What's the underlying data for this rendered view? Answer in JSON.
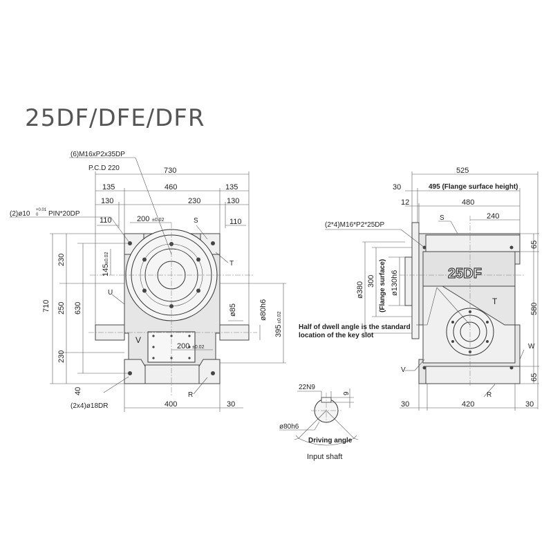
{
  "title": "25DF/DFE/DFR",
  "front": {
    "tapped_holes": "(6)M16xP2x35DP",
    "pcd": "P.C.D  220",
    "dims_top": [
      "730",
      "135",
      "460",
      "135",
      "130",
      "230",
      "130",
      "110",
      "200",
      "±0.02",
      "110"
    ],
    "pin": "(2)ø10",
    "pin_tol_upper": "+0.01",
    "pin_tol_lower": "0",
    "pin_depth": "PIN*20DP",
    "label_s": "S",
    "label_t": "T",
    "label_u": "U",
    "label_v": "V",
    "label_r": "R",
    "dims_left": [
      "710",
      "230",
      "250",
      "630",
      "230",
      "40",
      "145",
      "±0.02"
    ],
    "dims_right": [
      "ø85",
      "ø80h6",
      "395",
      "±0.02"
    ],
    "dims_bottom": [
      "200",
      "±0.02",
      "400",
      "30"
    ],
    "base_holes": "(2x4)ø18DR"
  },
  "side": {
    "dims_top": [
      "525",
      "30",
      "495 (Flange surface height)",
      "12",
      "480",
      "240"
    ],
    "tapped_holes": "(2*4)M16*P2*25DP",
    "label_s": "S",
    "label_t": "T",
    "label_v": "V",
    "label_w": "W",
    "label_r": "R",
    "model": "25DF",
    "dims_left": [
      "ø380",
      "300",
      "(Flange surface)",
      "ø130h6"
    ],
    "dims_right": [
      "65",
      "580",
      "65"
    ],
    "dims_bottom": [
      "30",
      "420",
      "30"
    ],
    "note_line1": "Half of dwell angle is the standard",
    "note_line2": "location of the key slot"
  },
  "shaft": {
    "key": "22N9",
    "key_depth": "9",
    "diameter": "ø80h6",
    "angle_label": "Driving angle",
    "caption": "Input shaft"
  }
}
